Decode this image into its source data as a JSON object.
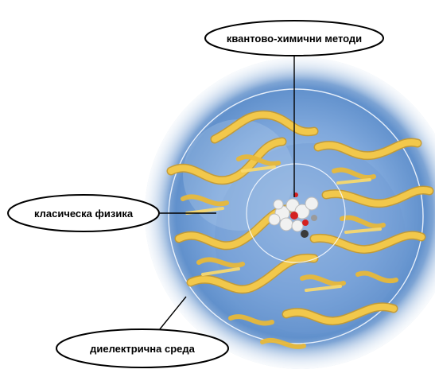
{
  "labels": {
    "quantum": "квантово-химични методи",
    "classical": "класическа физика",
    "dielectric": "диелектрична среда"
  },
  "colors": {
    "solvent_center": "#8fb4de",
    "solvent_edge": "#4a7fc1",
    "ribbon_fill": "#f2c84b",
    "ribbon_shade": "#c99a2a",
    "ring": "#f4f8ff",
    "atom_white": "#f1f1f1",
    "atom_red": "#d42020",
    "atom_dark": "#3a3a3a"
  },
  "icons": {
    "protein": "protein-ribbon-illustration",
    "active_site": "ligand-atoms-cluster"
  }
}
